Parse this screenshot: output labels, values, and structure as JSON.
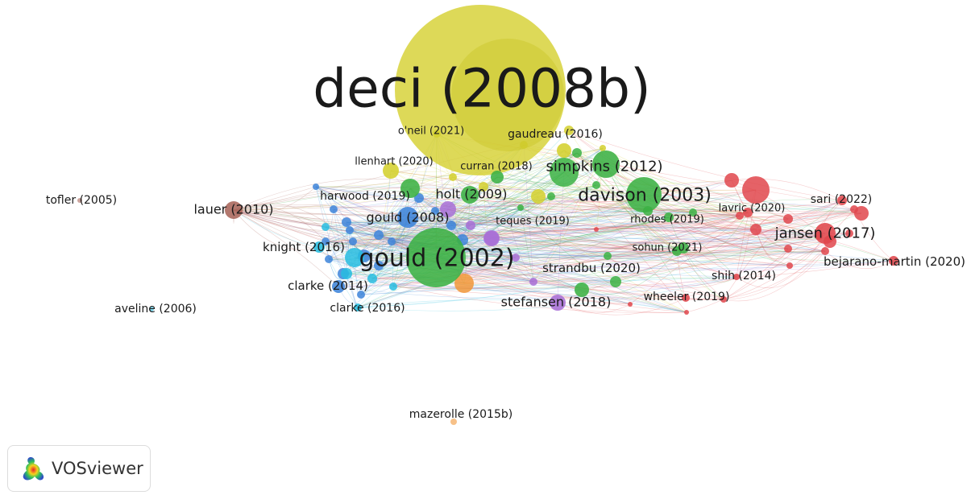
{
  "app": {
    "name": "VOSviewer",
    "logo_icon": "vosviewer-logo-icon"
  },
  "network": {
    "clusters": {
      "red": "#e0474c",
      "green": "#3bb143",
      "blue": "#3d84d9",
      "yellow": "#d4d02e",
      "purple": "#a86fd6",
      "cyan": "#27bde0",
      "orange": "#f19738",
      "brown": "#a8655a"
    },
    "nodes": [
      {
        "label": "deci (2008b)",
        "cluster": "yellow"
      },
      {
        "label": "gould (2002)",
        "cluster": "green"
      },
      {
        "label": "davison (2003)",
        "cluster": "green"
      },
      {
        "label": "simpkins (2012)",
        "cluster": "green"
      },
      {
        "label": "jansen (2017)",
        "cluster": "red"
      },
      {
        "label": "holt (2009)",
        "cluster": "green"
      },
      {
        "label": "gould (2008)",
        "cluster": "blue"
      },
      {
        "label": "harwood (2019)",
        "cluster": "green"
      },
      {
        "label": "lauer (2010)",
        "cluster": "brown"
      },
      {
        "label": "knight (2016)",
        "cluster": "cyan"
      },
      {
        "label": "clarke (2014)",
        "cluster": "blue"
      },
      {
        "label": "clarke (2016)",
        "cluster": "cyan"
      },
      {
        "label": "stefansen (2018)",
        "cluster": "purple"
      },
      {
        "label": "strandbu (2020)",
        "cluster": "green"
      },
      {
        "label": "gaudreau (2016)",
        "cluster": "yellow"
      },
      {
        "label": "o'neil (2021)",
        "cluster": "yellow"
      },
      {
        "label": "llenhart (2020)",
        "cluster": "yellow"
      },
      {
        "label": "curran (2018)",
        "cluster": "green"
      },
      {
        "label": "teques (2019)",
        "cluster": "purple"
      },
      {
        "label": "rhodes (2019)",
        "cluster": "green"
      },
      {
        "label": "sohun (2021)",
        "cluster": "green"
      },
      {
        "label": "lavric (2020)",
        "cluster": "red"
      },
      {
        "label": "sari (2022)",
        "cluster": "red"
      },
      {
        "label": "bejarano-martin (2020)",
        "cluster": "red"
      },
      {
        "label": "shih (2014)",
        "cluster": "red"
      },
      {
        "label": "wheeler (2019)",
        "cluster": "red"
      },
      {
        "label": "tofler (2005)",
        "cluster": "brown"
      },
      {
        "label": "aveline (2006)",
        "cluster": "cyan"
      },
      {
        "label": "mazerolle (2015b)",
        "cluster": "orange"
      }
    ]
  }
}
